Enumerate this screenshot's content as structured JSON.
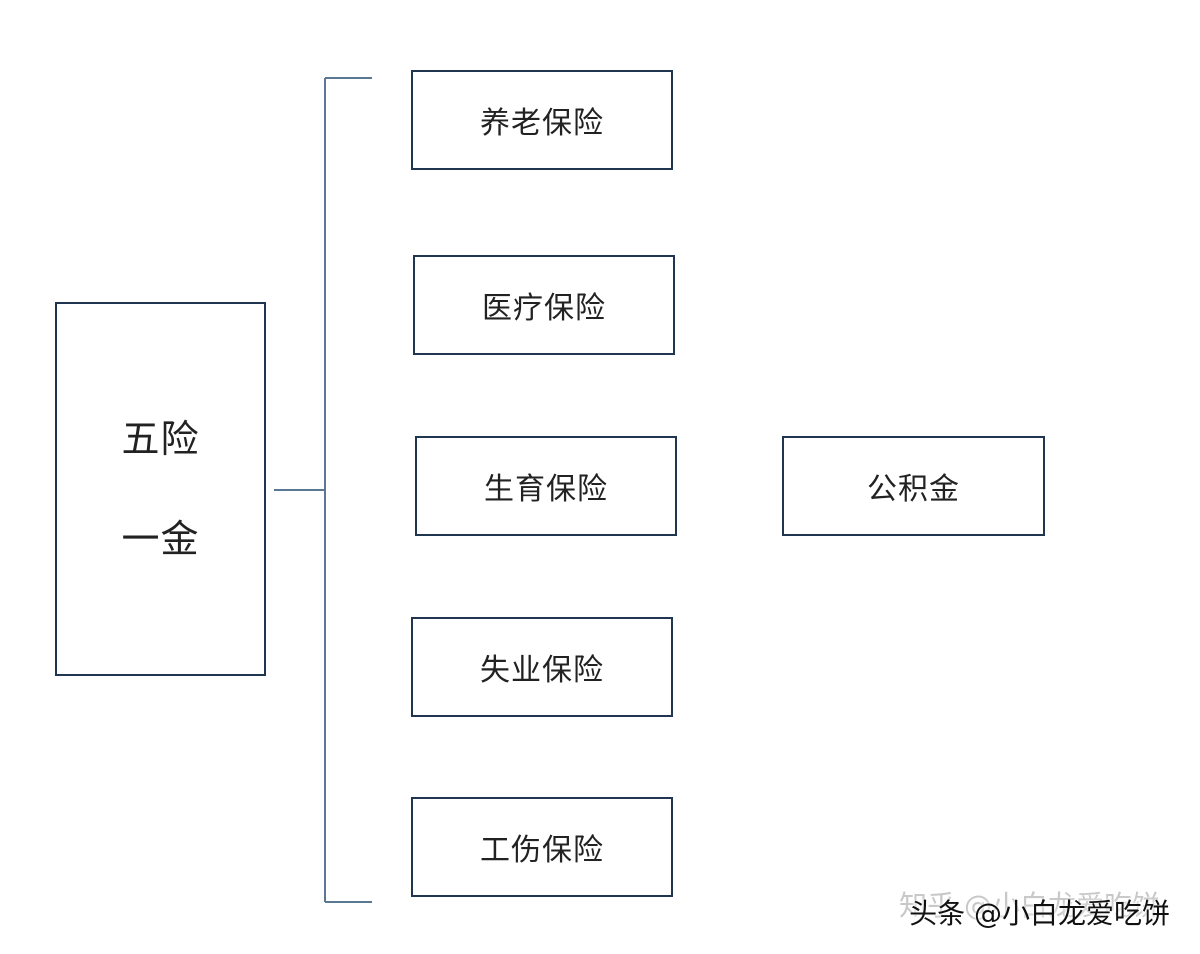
{
  "diagram": {
    "root": {
      "line1": "五险",
      "line2": "一金"
    },
    "insurances": [
      "养老保险",
      "医疗保险",
      "生育保险",
      "失业保险",
      "工伤保险"
    ],
    "fund": "公积金"
  },
  "colors": {
    "border": "#1f3550",
    "connector": "#5a7794",
    "text": "#222222"
  },
  "watermark": {
    "text": "头条 @小白龙爱吃饼",
    "ghost_text": "知乎 @小白龙爱吃饼"
  }
}
